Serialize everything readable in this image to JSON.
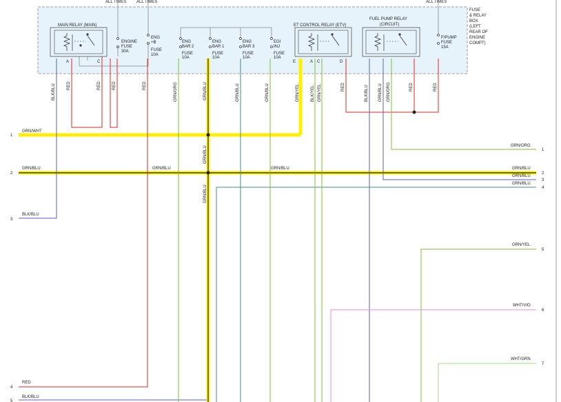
{
  "fuse_box": {
    "top_labels": [
      "ALL TIMES",
      "ALL TIMES",
      "ALL TIMES"
    ],
    "title_lines": [
      "FUSE",
      "& RELAY",
      "BOX",
      "(LEFT",
      "REAR OF",
      "ENGINE",
      "COMPT)"
    ],
    "main_relay_label": "MAIN RELAY (MAIN)",
    "et_relay_label": "ET CONTROL RELAY (ETV)",
    "fp_relay_label_1": "FUEL PUMP RELAY",
    "fp_relay_label_2": "(CIRCUIT)",
    "pins": [
      "A",
      "C",
      "E",
      "A",
      "C",
      "D"
    ]
  },
  "fuses": [
    {
      "lines": [
        "ENGINE",
        "FUSE",
        "30A"
      ]
    },
    {
      "lines": [
        "ENG",
        "+B",
        "FUSE",
        "10A"
      ]
    },
    {
      "lines": [
        "ENG",
        "BAR 2",
        "FUSE",
        "10A"
      ]
    },
    {
      "lines": [
        "ENG",
        "BAR 1",
        "FUSE",
        "10A"
      ]
    },
    {
      "lines": [
        "ENG",
        "BAR 3",
        "FUSE",
        "10A"
      ]
    },
    {
      "lines": [
        "EGI",
        "INJ",
        "FUSE",
        "10A"
      ]
    },
    {
      "lines": [
        "F/PUMP",
        "FUSE",
        "15A"
      ]
    }
  ],
  "vertical_wire_labels": [
    "BLK/BLU",
    "RED",
    "RED",
    "RED",
    "RED",
    "GRN/ORG",
    "GRN/BLU",
    "GRN/BLU",
    "GRN/BLU",
    "GRN/YEL",
    "BLK/YEL",
    "GRN/YEL",
    "RED",
    "BLK/BLU",
    "GRN/BLU",
    "GRN/ORG",
    "RED",
    "RED",
    "GRN/BLU",
    "GRN/BLU"
  ],
  "left_connectors": [
    {
      "num": "1",
      "label": "GRN/WHT"
    },
    {
      "num": "2",
      "label": "GRN/BLU"
    },
    {
      "num": "3",
      "label": "BLK/BLU"
    },
    {
      "num": "4",
      "label": "RED"
    },
    {
      "num": "5",
      "label": "BLK/BLU"
    }
  ],
  "right_connectors": [
    {
      "num": "1",
      "label": "GRN/ORG"
    },
    {
      "num": "2",
      "label": "GRN/BLU"
    },
    {
      "num": "3",
      "label": "GRN/BLU"
    },
    {
      "num": "4",
      "label": "GRN/BLU"
    },
    {
      "num": "5",
      "label": "GRN/YEL"
    },
    {
      "num": "6",
      "label": "WHT/VIO"
    },
    {
      "num": "7",
      "label": "WHT/GRN"
    }
  ],
  "mid_labels": [
    "GRN/BLU",
    "GRN/BLU"
  ],
  "colors": {
    "highlight": "#ffef00",
    "red": "#e0241b",
    "blue": "#5560b8",
    "green": "#7fbd3a",
    "teal": "#3f8d84",
    "pink": "#e48ee0",
    "lightgreen": "#a8d48a",
    "box_fill": "#e6f3fb"
  }
}
